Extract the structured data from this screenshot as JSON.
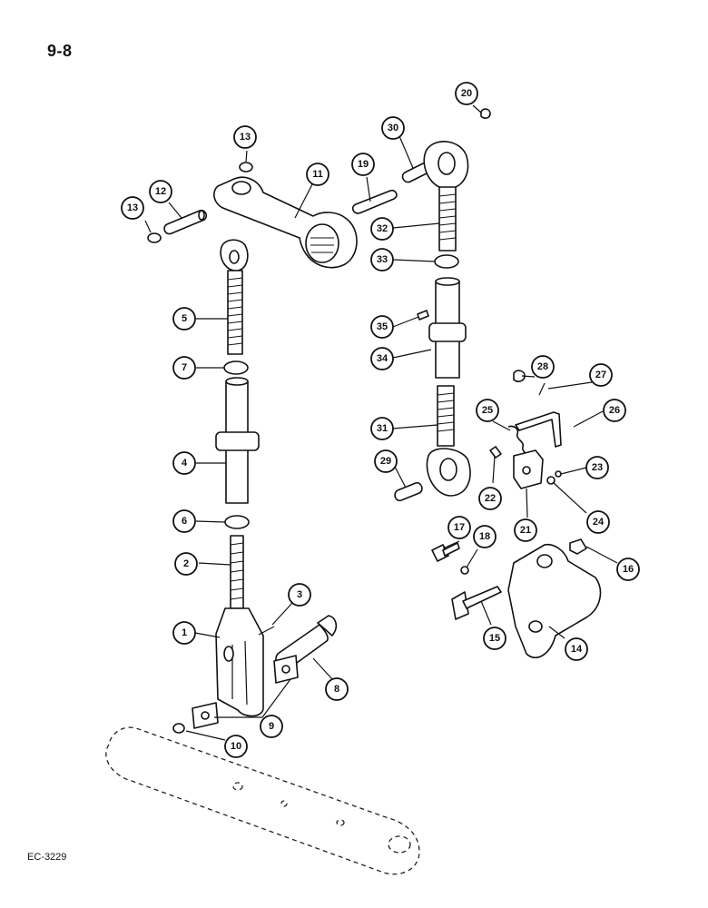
{
  "page": {
    "number": "9-8",
    "figure_code": "EC-3229"
  },
  "callouts": [
    {
      "label": "1"
    },
    {
      "label": "2"
    },
    {
      "label": "3"
    },
    {
      "label": "4"
    },
    {
      "label": "5"
    },
    {
      "label": "6"
    },
    {
      "label": "7"
    },
    {
      "label": "8"
    },
    {
      "label": "9"
    },
    {
      "label": "10"
    },
    {
      "label": "11"
    },
    {
      "label": "12"
    },
    {
      "label": "13"
    },
    {
      "label": "13"
    },
    {
      "label": "14"
    },
    {
      "label": "15"
    },
    {
      "label": "16"
    },
    {
      "label": "17"
    },
    {
      "label": "18"
    },
    {
      "label": "19"
    },
    {
      "label": "20"
    },
    {
      "label": "21"
    },
    {
      "label": "22"
    },
    {
      "label": "23"
    },
    {
      "label": "24"
    },
    {
      "label": "25"
    },
    {
      "label": "26"
    },
    {
      "label": "27"
    },
    {
      "label": "28"
    },
    {
      "label": "29"
    },
    {
      "label": "30"
    },
    {
      "label": "31"
    },
    {
      "label": "32"
    },
    {
      "label": "33"
    },
    {
      "label": "34"
    },
    {
      "label": "35"
    }
  ]
}
